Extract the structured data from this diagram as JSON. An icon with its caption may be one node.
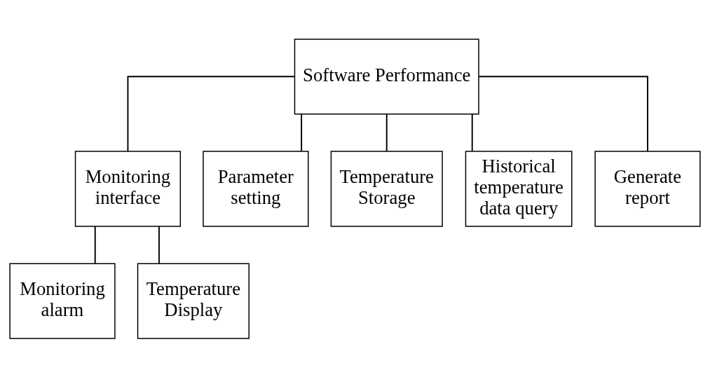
{
  "diagram": {
    "nodes": [
      {
        "text": [
          "Software Performance"
        ]
      },
      {
        "text": [
          "Monitoring interface"
        ]
      },
      {
        "text": [
          "Parameter setting"
        ]
      },
      {
        "text": [
          "Temperature Storage"
        ]
      },
      {
        "text": [
          "Historical temperature data query"
        ]
      },
      {
        "text": [
          "Generate report"
        ]
      },
      {
        "text": [
          "Monitoring alarm"
        ]
      },
      {
        "text": [
          "Temperature Display"
        ]
      }
    ],
    "edges": [
      {
        "from": 0,
        "to": 1,
        "arrow": "none"
      },
      {
        "from": 0,
        "to": 2,
        "arrow": "none"
      },
      {
        "from": 0,
        "to": 3,
        "arrow": "none"
      },
      {
        "from": 0,
        "to": 4,
        "arrow": "none"
      },
      {
        "from": 0,
        "to": 5,
        "arrow": "none"
      },
      {
        "from": 1,
        "to": 6,
        "arrow": "none"
      },
      {
        "from": 1,
        "to": 7,
        "arrow": "none"
      }
    ]
  }
}
